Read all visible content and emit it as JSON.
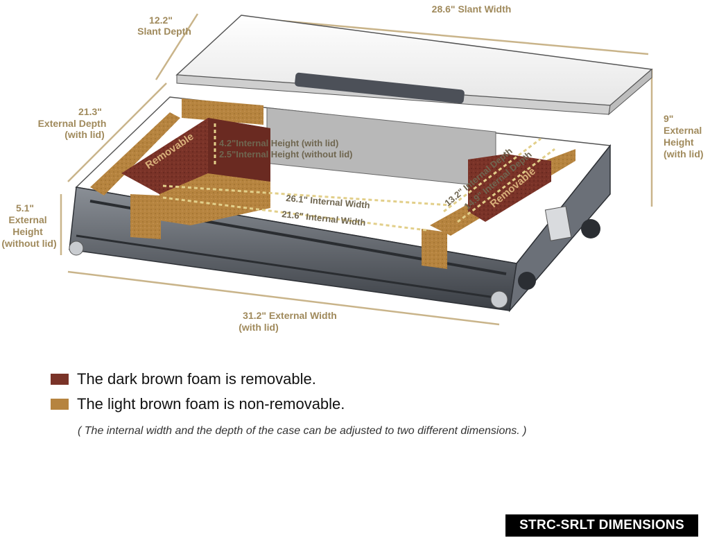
{
  "dimensions": {
    "slant_depth": [
      "12.2\"",
      "Slant Depth"
    ],
    "slant_width": "28.6\" Slant Width",
    "external_depth": [
      "21.3\"",
      "External Depth",
      "(with lid)"
    ],
    "external_height_lid": [
      "9\"",
      "External",
      "Height",
      "(with lid)"
    ],
    "external_height_nolid": [
      "5.1\"",
      "External",
      "Height",
      "(without lid)"
    ],
    "external_width": [
      "31.2\" External Width",
      "(with lid)"
    ],
    "internal_height_lid": "4.2\"Internal Height (with lid)",
    "internal_height_nolid": "2.5\"Internal Height (without  lid)",
    "internal_width_1": "26.1\" Internal Width",
    "internal_width_2": "21.6\" Internal Width",
    "internal_depth_1": "13.2\" Internal Depth",
    "internal_depth_2": "14.9\" Internal Depth",
    "removable_left": "Removable",
    "removable_right": "Removable"
  },
  "legend": {
    "dark": {
      "text": "The dark brown foam is removable.",
      "color": "#7a3328"
    },
    "light": {
      "text": "The light brown foam is non-removable.",
      "color": "#b6843f"
    }
  },
  "note": "( The internal width and the depth of the case can be adjusted to two different dimensions. )",
  "badge": "STRC-SRLT DIMENSIONS",
  "colors": {
    "dimension_text": "#a08a5c",
    "dimension_line": "#c9b48a"
  }
}
